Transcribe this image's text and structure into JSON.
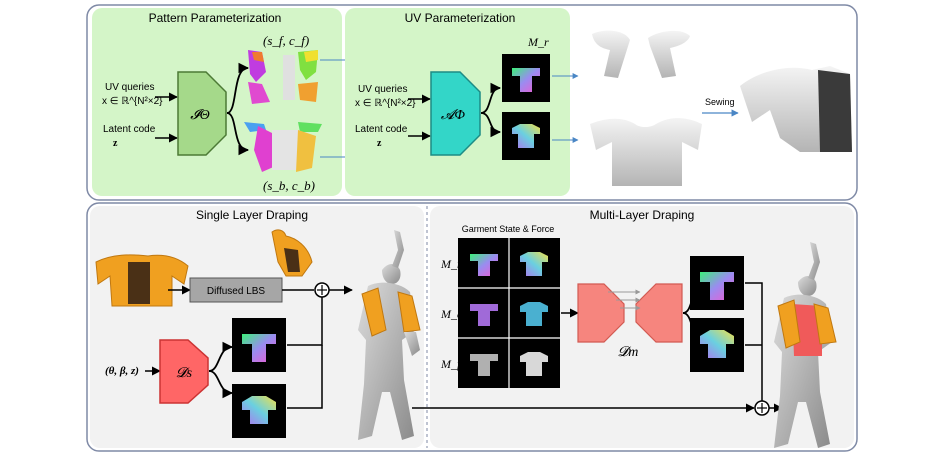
{
  "top": {
    "pattern": {
      "title": "Pattern Parameterization",
      "uv_queries": "UV queries",
      "uv_domain": "x ∈ ℝ^{N²×2}",
      "latent_code": "Latent code",
      "latent_symbol": "z",
      "network": "𝓘Θ",
      "front_label": "(s_f, c_f)",
      "back_label": "(s_b, c_b)"
    },
    "uv": {
      "title": "UV Parameterization",
      "uv_queries": "UV queries",
      "uv_domain": "x ∈ ℝ^{N²×2}",
      "latent_code": "Latent code",
      "latent_symbol": "z",
      "network": "𝓐Φ",
      "map_label": "M_r"
    },
    "sewing_label": "Sewing"
  },
  "bottom": {
    "single": {
      "title": "Single Layer Draping",
      "lbs_label": "Diffused LBS",
      "input_label": "(θ, β, z)",
      "network": "𝓓s"
    },
    "multi": {
      "title": "Multi-Layer Draping",
      "state_label": "Garment State & Force",
      "row_labels": [
        "M_r",
        "M_d",
        "M_f"
      ],
      "network": "𝓓m"
    }
  }
}
